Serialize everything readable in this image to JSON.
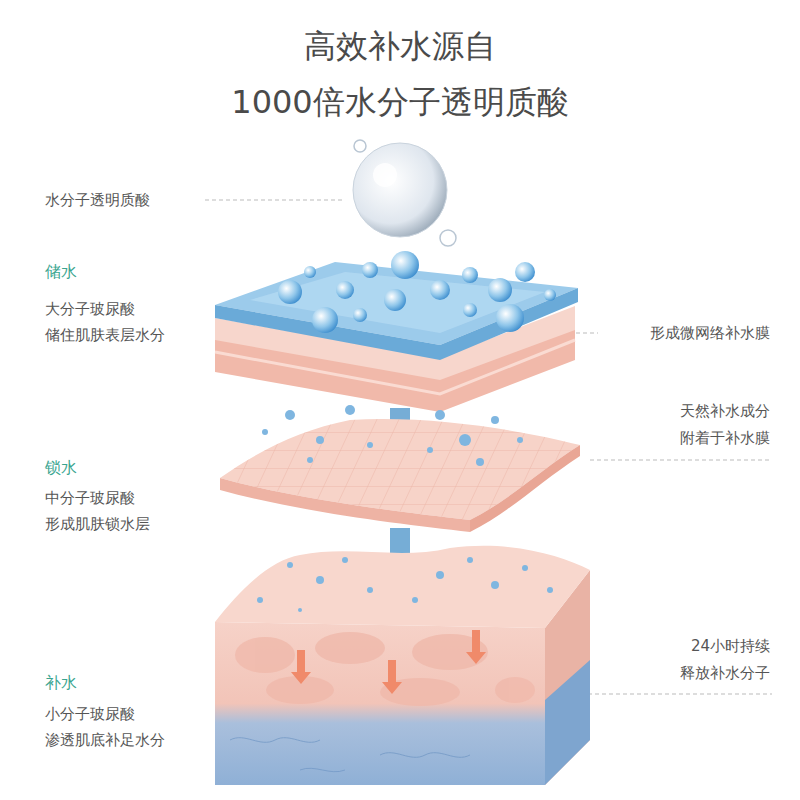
{
  "diagram": {
    "title": "高效补水源自 1000倍水分子透明质酸",
    "labels": [
      "水分子透明质酸",
      "储水",
      "大分子玻尿酸 储住肌肤表层水分",
      "形成微网络补水膜",
      "天然补水成分 附着于补水膜",
      "锁水",
      "中分子玻尿酸 形成肌肤锁水层",
      "24小时持续 释放补水分子",
      "补水",
      "小分子玻尿酸 渗透肌底补足水分"
    ]
  }
}
